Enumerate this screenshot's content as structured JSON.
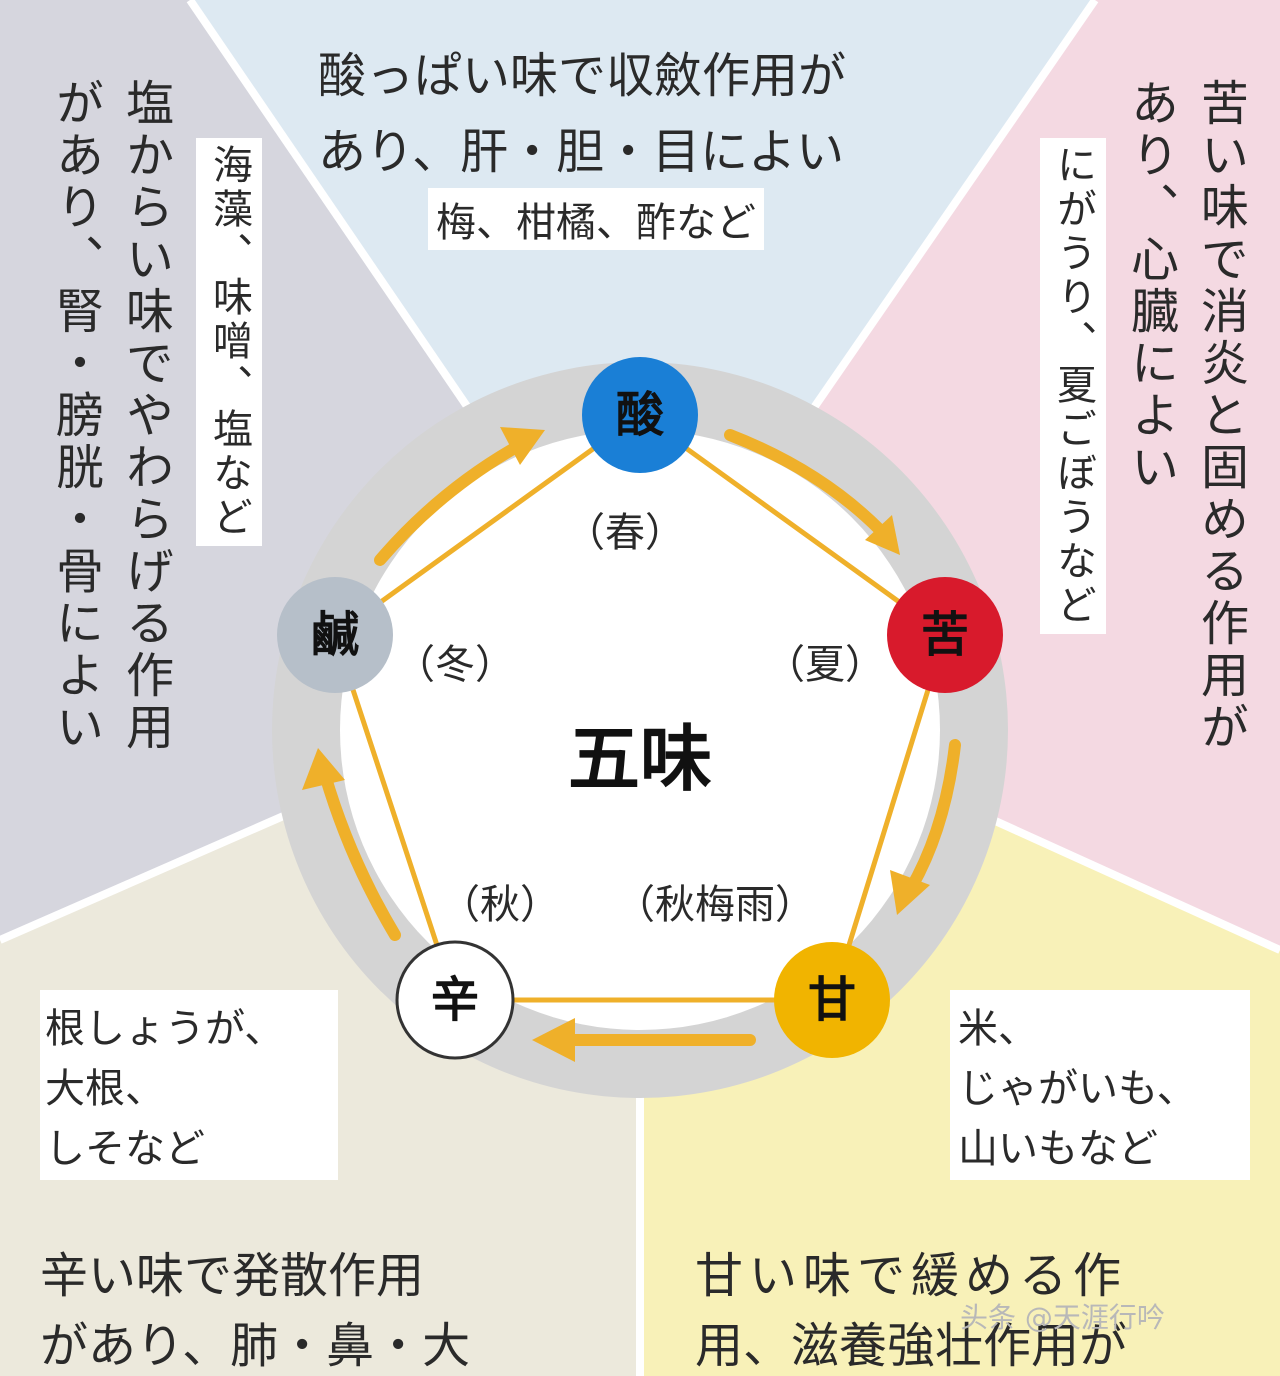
{
  "colors": {
    "sour_bg": "#dde9f2",
    "bitter_bg": "#f4d9e2",
    "sweet_bg": "#f8f1b8",
    "pungent_bg": "#ece9dc",
    "salty_bg": "#d6d6de",
    "ring": "#d4d4d4",
    "arrow": "#efb02a",
    "sour_node": "#1a7fd6",
    "bitter_node": "#d81a2c",
    "sweet_node": "#f1b400",
    "pungent_node": "#ffffff",
    "salty_node": "#b6bfc9"
  },
  "center": {
    "title": "五味"
  },
  "nodes": {
    "sour": {
      "label": "酸",
      "season": "（春）"
    },
    "bitter": {
      "label": "苦",
      "season": "（夏）"
    },
    "sweet": {
      "label": "甘",
      "season": "（秋梅雨）"
    },
    "pungent": {
      "label": "辛",
      "season": "（秋）"
    },
    "salty": {
      "label": "鹹",
      "season": "（冬）"
    }
  },
  "sections": {
    "sour": {
      "line1": "酸っぱい味で収斂作用が",
      "line2": "あり、肝・胆・目によい",
      "foods": "梅、柑橘、酢など"
    },
    "bitter": {
      "col1": "苦い味で消炎と固める作用が",
      "col2": "あり、心臓によい",
      "foods": "にがうり、夏ごぼうなど"
    },
    "sweet": {
      "foods_line1": "米、",
      "foods_line2": "じゃがいも、",
      "foods_line3": "山いもなど",
      "line1": "甘い味で緩める作",
      "line2": "用、滋養強壮作用が"
    },
    "pungent": {
      "foods_line1": "根しょうが、",
      "foods_line2": "大根、",
      "foods_line3": "しそなど",
      "line1": "辛い味で発散作用",
      "line2": "があり、肺・鼻・大"
    },
    "salty": {
      "col1": "塩からい味でやわらげる作用",
      "col2": "があり、腎・膀胱・骨によい",
      "foods": "海藻、味噌、塩など"
    }
  },
  "watermark": "头条 @天涯行吟"
}
